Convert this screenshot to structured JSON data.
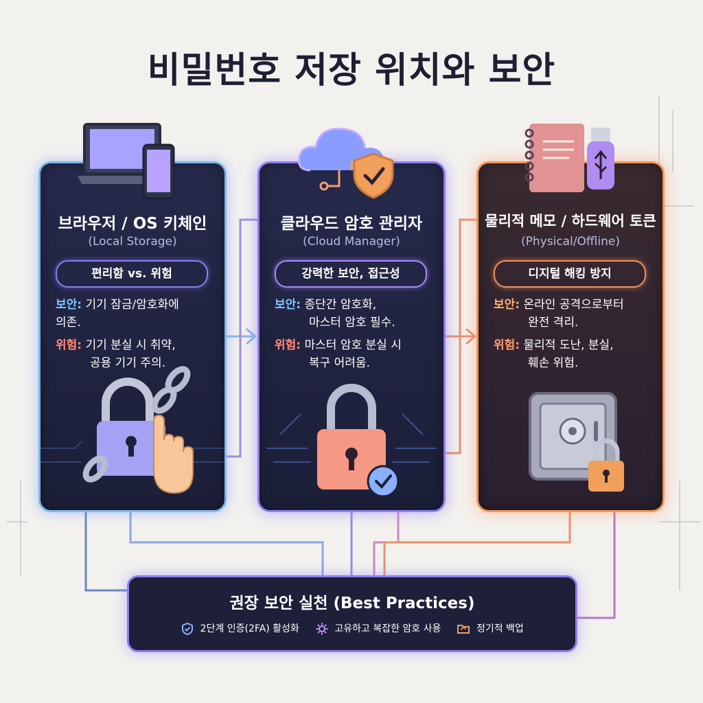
{
  "title": "비밀번호 저장 위치와 보안",
  "cards": [
    {
      "title": "브라우저 / OS 키체인",
      "subtitle": "(Local Storage)",
      "pill": "편리함 vs. 위험",
      "security_label": "보안:",
      "security_line1": "기기 잠금/암호화에",
      "security_line2": "의존.",
      "risk_label": "위험:",
      "risk_line1": "기기 분실 시 취약,",
      "risk_line2": "공용 기기 주의.",
      "icons": [
        "laptop-icon",
        "smartphone-icon",
        "broken-chain-lock-icon",
        "hand-icon"
      ]
    },
    {
      "title": "클라우드 암호 관리자",
      "subtitle": "(Cloud Manager)",
      "pill": "강력한 보안, 접근성",
      "security_label": "보안:",
      "security_line1": "종단간 암호화,",
      "security_line2": "마스터 암호 필수.",
      "risk_label": "위험:",
      "risk_line1": "마스터 암호 분실 시",
      "risk_line2": "복구 어려움.",
      "icons": [
        "cloud-icon",
        "shield-check-icon",
        "padlock-icon",
        "check-circle-icon"
      ]
    },
    {
      "title": "물리적 메모 / 하드웨어 토큰",
      "subtitle": "(Physical/Offline)",
      "pill": "디지털 해킹 방지",
      "security_label": "보안:",
      "security_line1": "온라인 공격으로부터",
      "security_line2": "완전 격리.",
      "risk_label": "위험:",
      "risk_line1": "물리적 도난, 분실,",
      "risk_line2": "훼손 위험.",
      "icons": [
        "notebook-icon",
        "usb-token-icon",
        "safe-icon",
        "padlock-icon"
      ]
    }
  ],
  "best_practices": {
    "title": "권장 보안 실천 (Best Practices)",
    "items": [
      {
        "label": "2단계 인증(2FA) 활성화",
        "icon": "shield-icon"
      },
      {
        "label": "고유하고 복잡한 암호 사용",
        "icon": "gear-icon"
      },
      {
        "label": "정기적 백업",
        "icon": "folder-sync-icon"
      }
    ]
  },
  "colors": {
    "card1_border": "#7ab8ea",
    "card2_border": "#8a7ff0",
    "card3_border": "#f0965a",
    "security_label": "#7ec5ff",
    "risk_label": "#ff8a7a"
  }
}
